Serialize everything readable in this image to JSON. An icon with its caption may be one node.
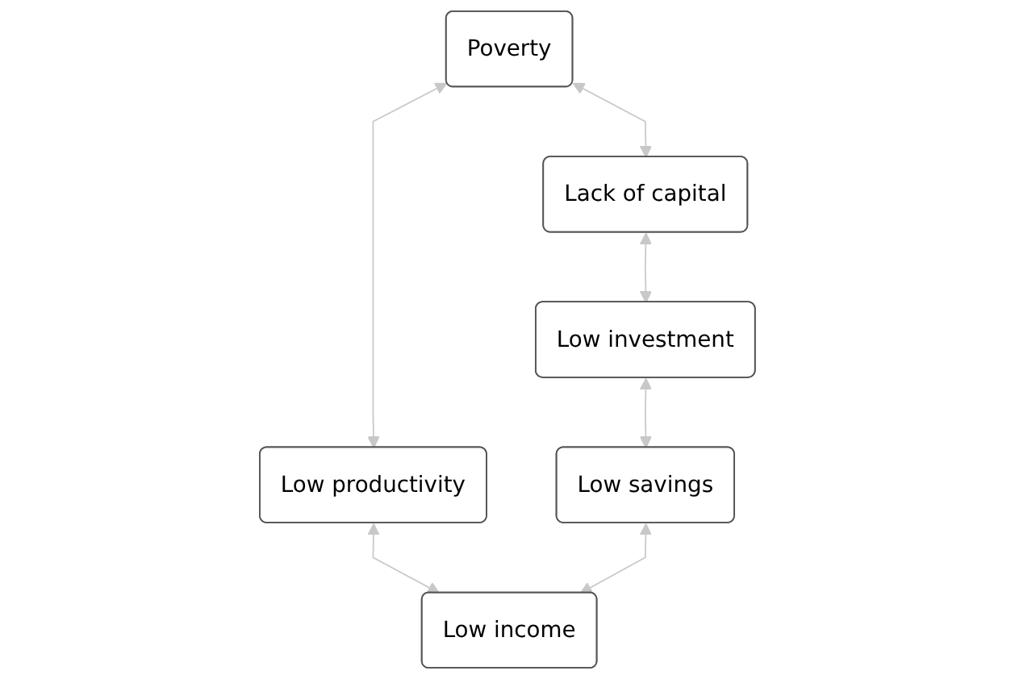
{
  "diagram": {
    "nodes": [
      {
        "text": [
          "Poverty"
        ]
      },
      {
        "text": [
          "Lack of capital"
        ]
      },
      {
        "text": [
          "Low productivity"
        ]
      },
      {
        "text": [
          "Low investment"
        ]
      },
      {
        "text": [
          "Low savings"
        ]
      },
      {
        "text": [
          "Low income"
        ]
      }
    ],
    "edges": [
      {
        "from": 0,
        "to": 2,
        "arrow": "both",
        "color": "#c8c8c8"
      },
      {
        "from": 2,
        "to": 5,
        "arrow": "both",
        "color": "#c8c8c8"
      },
      {
        "from": 5,
        "to": 4,
        "arrow": "both",
        "color": "#c8c8c8"
      },
      {
        "from": 4,
        "to": 3,
        "arrow": "both",
        "color": "#c8c8c8"
      },
      {
        "from": 3,
        "to": 1,
        "arrow": "both",
        "color": "#c8c8c8"
      },
      {
        "from": 1,
        "to": 0,
        "arrow": "both",
        "color": "#c8c8c8"
      }
    ]
  }
}
